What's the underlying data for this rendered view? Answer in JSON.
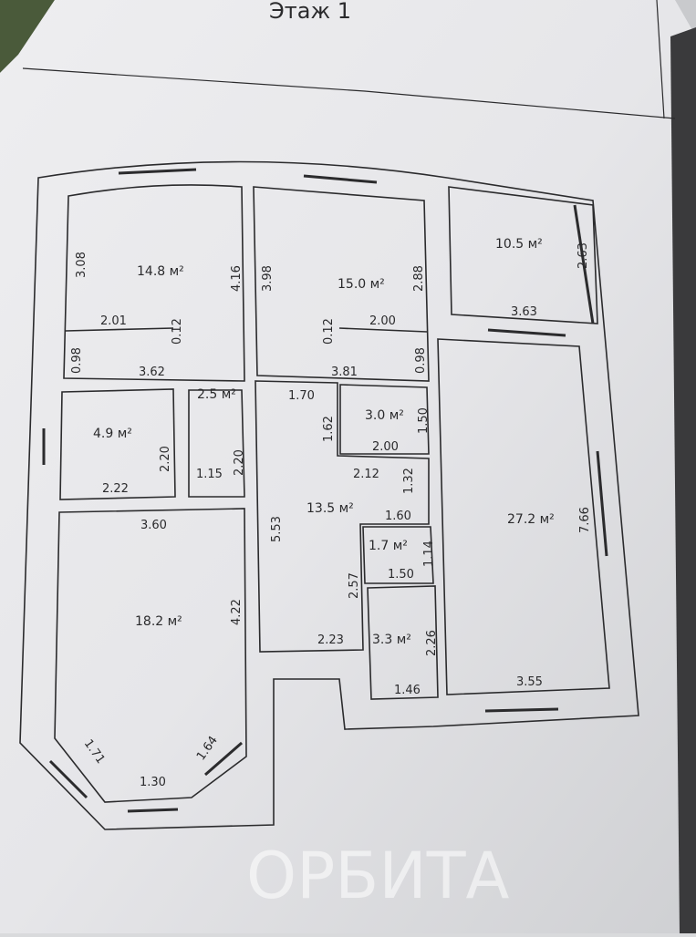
{
  "title": "Этаж 1",
  "watermark": "ОРБИТА",
  "rooms": [
    {
      "area": "14.8 м²",
      "dims": [
        "3.08",
        "4.16",
        "2.01",
        "0.12",
        "0.98",
        "3.62"
      ]
    },
    {
      "area": "15.0 м²",
      "dims": [
        "3.98",
        "2.88",
        "0.12",
        "2.00",
        "0.98",
        "3.81"
      ]
    },
    {
      "area": "10.5 м²",
      "dims": [
        "2.63",
        "3.63"
      ]
    },
    {
      "area": "4.9 м²",
      "dims": [
        "2.20",
        "2.22"
      ]
    },
    {
      "area": "2.5 м²",
      "dims": [
        "1.15",
        "2.20"
      ]
    },
    {
      "area": "3.0 м²",
      "dims": [
        "1.62",
        "1.50",
        "2.00"
      ]
    },
    {
      "area": "13.5 м²",
      "dims": [
        "1.70",
        "2.12",
        "1.32",
        "1.60",
        "5.53",
        "2.57",
        "2.23"
      ]
    },
    {
      "area": "27.2 м²",
      "dims": [
        "7.66",
        "3.55"
      ]
    },
    {
      "area": "1.7 м²",
      "dims": [
        "1.14",
        "1.50"
      ]
    },
    {
      "area": "3.3 м²",
      "dims": [
        "2.26",
        "1.46"
      ]
    },
    {
      "area": "18.2 м²",
      "dims": [
        "3.60",
        "4.22",
        "1.71",
        "1.64",
        "1.30"
      ]
    }
  ]
}
